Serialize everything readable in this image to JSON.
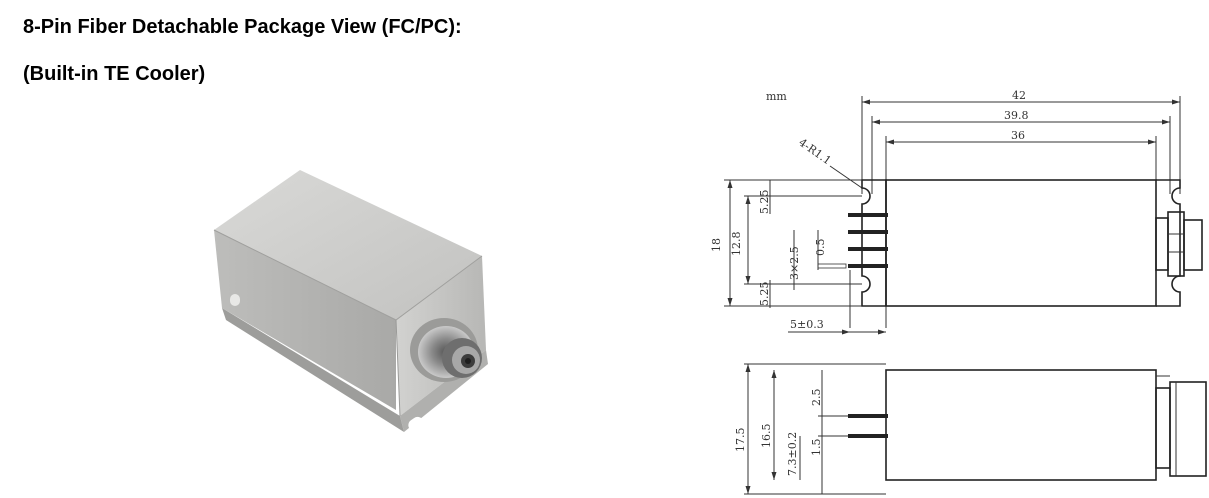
{
  "header": {
    "title": "8-Pin Fiber Detachable Package View (FC/PC):",
    "subtitle": "(Built-in TE Cooler)"
  },
  "photo": {
    "icon": "laser-module-photo-icon"
  },
  "drawing": {
    "unit": "mm",
    "dims_top": {
      "overall": "42",
      "holes": "39.8",
      "body": "36"
    },
    "corner_radius": "4-R1.1",
    "dims_left": {
      "height": "18",
      "hole_span": "12.8",
      "top_offset": "5.25",
      "bottom_offset": "5.25",
      "pin_pitch": "3×2.5",
      "pin_width": "0.5"
    },
    "pin_offset": "5±0.3",
    "side": {
      "height": "17.5",
      "body_height": "16.5",
      "pin_height": "7.3±0.2",
      "pin_gap": "2.5",
      "pin_dia": "1.5"
    }
  },
  "colors": {
    "text": "#000000",
    "line": "#333333",
    "metal": "#c9c9c7"
  }
}
